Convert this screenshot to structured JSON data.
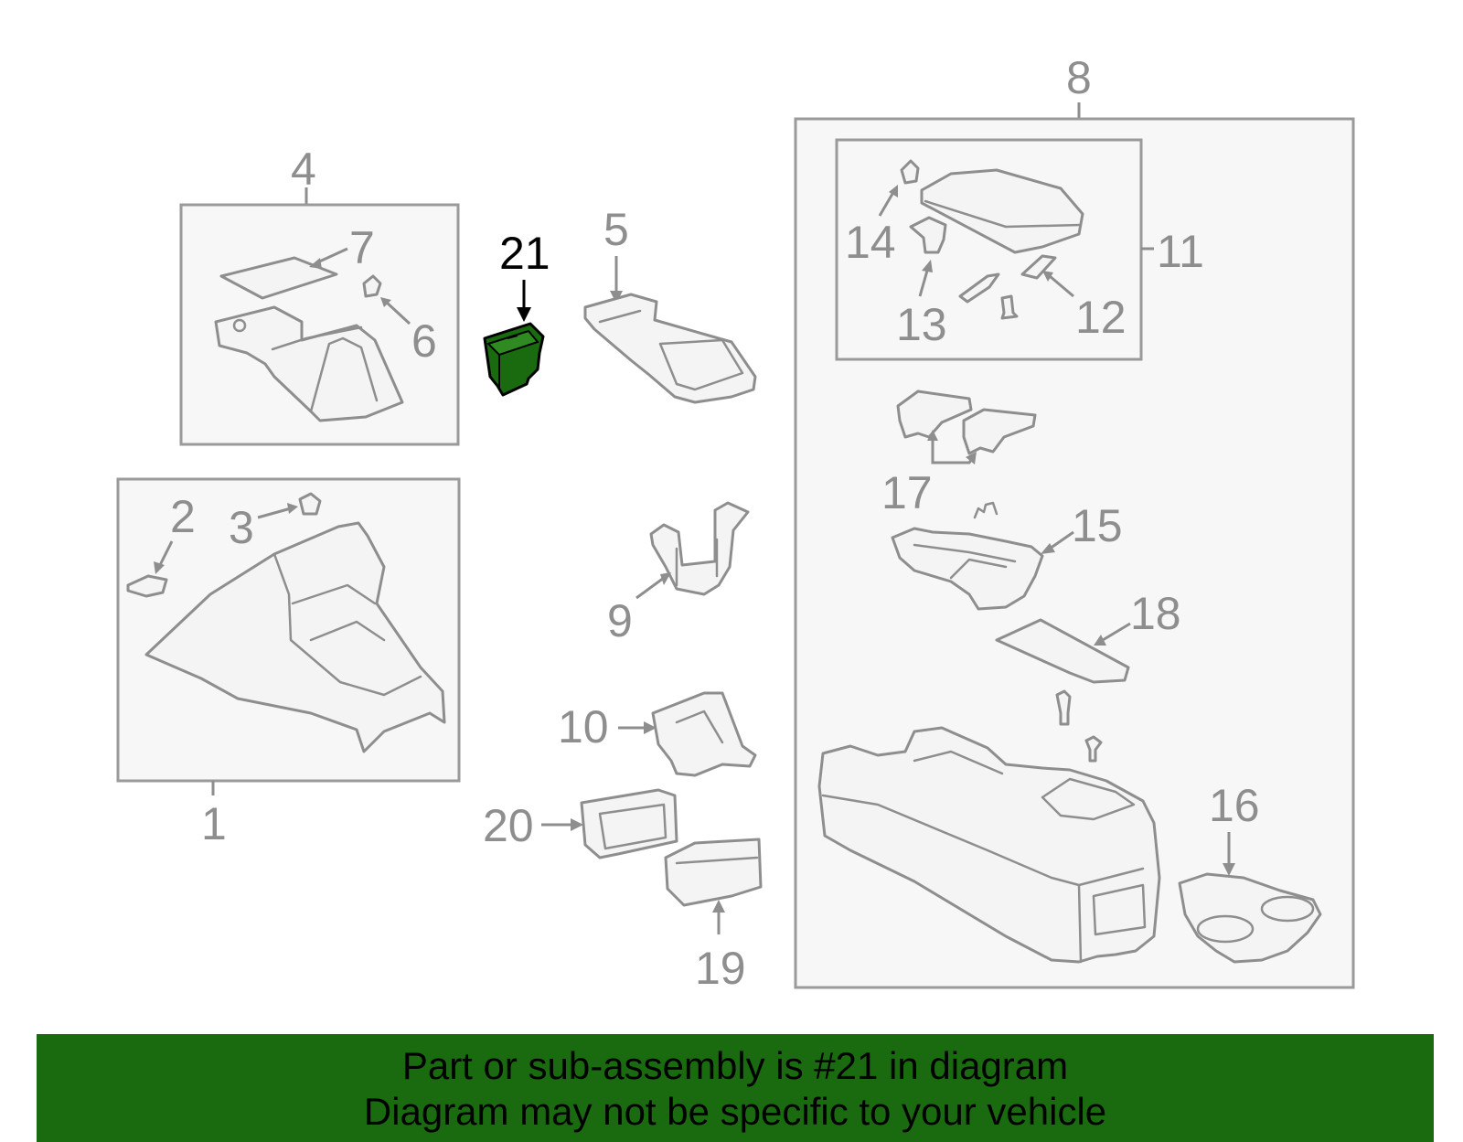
{
  "diagram": {
    "highlight_color": "#1a6b10",
    "callouts": {
      "c1": "1",
      "c2": "2",
      "c3": "3",
      "c4": "4",
      "c5": "5",
      "c6": "6",
      "c7": "7",
      "c8": "8",
      "c9": "9",
      "c10": "10",
      "c11": "11",
      "c12": "12",
      "c13": "13",
      "c14": "14",
      "c15": "15",
      "c16": "16",
      "c17": "17",
      "c18": "18",
      "c19": "19",
      "c20": "20",
      "c21": "21"
    },
    "highlighted_part": "21"
  },
  "banner": {
    "line1": "Part or sub-assembly is #21 in diagram",
    "line2": "Diagram may not be specific to your vehicle",
    "background": "#1a6b10"
  }
}
